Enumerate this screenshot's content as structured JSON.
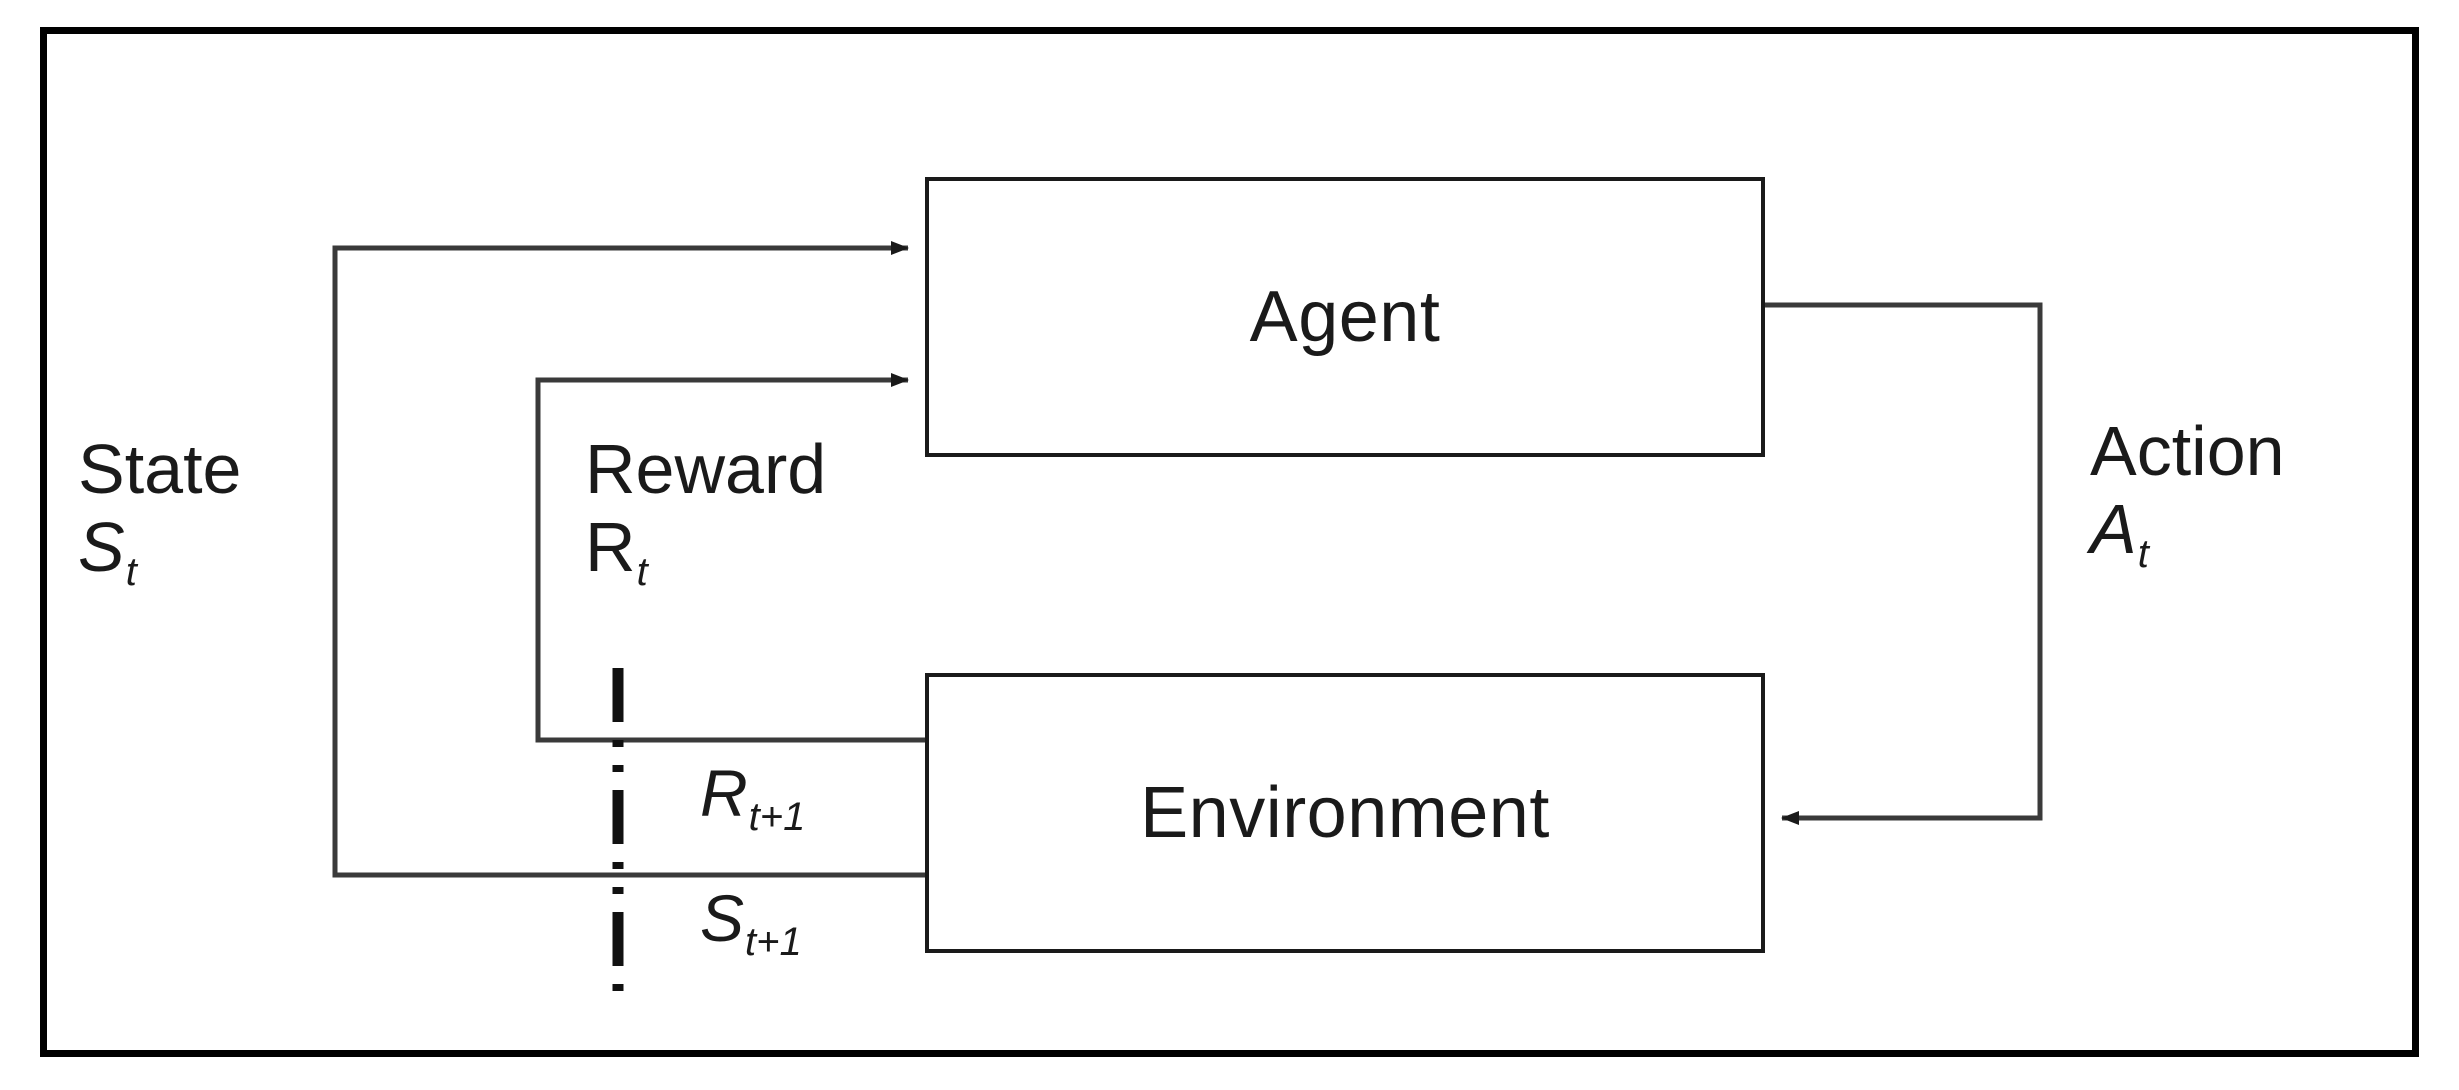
{
  "diagram": {
    "title_present": false,
    "type": "reinforcement-learning-loop",
    "colors": {
      "frame_border": "#000000",
      "node_border": "#1a1a1a",
      "wire": "#3a3a3a",
      "text": "#1a1a1a",
      "background": "#ffffff"
    },
    "nodes": [
      {
        "id": "agent",
        "label": "Agent"
      },
      {
        "id": "environment",
        "label": "Environment"
      }
    ],
    "labels": {
      "state": {
        "name": "State",
        "symbol": "S",
        "subscript": "t",
        "italic": true
      },
      "reward": {
        "name": "Reward",
        "symbol": "R",
        "subscript": "t",
        "italic": false
      },
      "action": {
        "name": "Action",
        "symbol": "A",
        "subscript": "t",
        "italic": true
      },
      "next_reward": {
        "symbol": "R",
        "subscript": "t+1",
        "italic": true
      },
      "next_state": {
        "symbol": "S",
        "subscript": "t+1",
        "italic": true
      }
    },
    "edges": [
      {
        "id": "state-to-agent",
        "from": "environment",
        "to": "agent",
        "label": "State S_t",
        "arrow": true
      },
      {
        "id": "reward-to-agent",
        "from": "environment",
        "to": "agent",
        "label": "Reward R_t",
        "arrow": true
      },
      {
        "id": "action-to-environment",
        "from": "agent",
        "to": "environment",
        "label": "Action A_t",
        "arrow": true
      }
    ],
    "time_separator": {
      "style": "dash-dot",
      "orientation": "vertical",
      "meaning": "time-step boundary"
    }
  }
}
